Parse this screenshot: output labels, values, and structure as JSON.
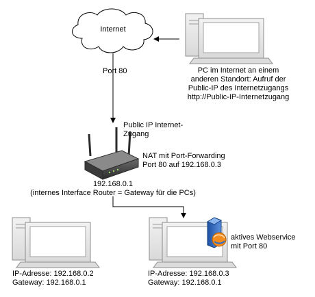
{
  "cloud": {
    "label": "Internet"
  },
  "edge_label": "Port 80",
  "remote_pc": {
    "lines": [
      "PC im Internet an einem",
      "anderen Standort: Aufruf der",
      "Public-IP des Internetzugangs",
      "http://Public-IP-Internetzugang"
    ]
  },
  "router": {
    "public_ip_lines": [
      "Public IP Internet-",
      "Zugang"
    ],
    "nat_lines": [
      "NAT mit Port-Forwarding",
      "Port 80 auf 192.168.0.3"
    ],
    "internal_ip": "192.168.0.1",
    "internal_desc": "(internes Interface Router = Gateway für die PCs)"
  },
  "pc_left": {
    "ip_line": "IP-Adresse: 192.168.0.2",
    "gw_line": "Gateway: 192.168.0.1"
  },
  "pc_right": {
    "ip_line": "IP-Adresse:  192.168.0.3",
    "gw_line": "Gateway: 192.168.0.1"
  },
  "webservice": {
    "lines": [
      "aktives Webservice",
      "mit Port 80"
    ]
  },
  "colors": {
    "monitor_body": "#e6e6e6",
    "monitor_stroke": "#7f7f7f",
    "screen_fill": "#ffffff",
    "router_body": "#3a3a3a",
    "connector": "#000000",
    "globe_blue": "#2a6fc9",
    "globe_orange": "#f28c1e"
  }
}
